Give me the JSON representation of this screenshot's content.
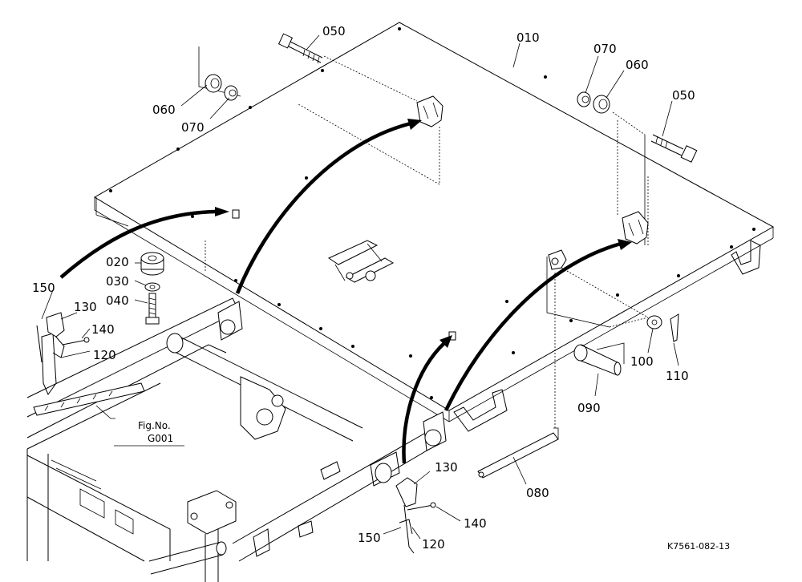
{
  "callouts": {
    "c010": "010",
    "c020": "020",
    "c030": "030",
    "c040": "040",
    "c050_left": "050",
    "c050_right": "050",
    "c060_left": "060",
    "c060_right": "060",
    "c070_left": "070",
    "c070_right": "070",
    "c080": "080",
    "c090": "090",
    "c100": "100",
    "c110": "110",
    "c120_left": "120",
    "c120_right": "120",
    "c130_left": "130",
    "c130_right": "130",
    "c140_left": "140",
    "c140_right": "140",
    "c150_left": "150",
    "c150_right": "150"
  },
  "figure_ref": {
    "line1": "Fig.No.",
    "line2": "G001"
  },
  "drawing_code": "K7561-082-13"
}
